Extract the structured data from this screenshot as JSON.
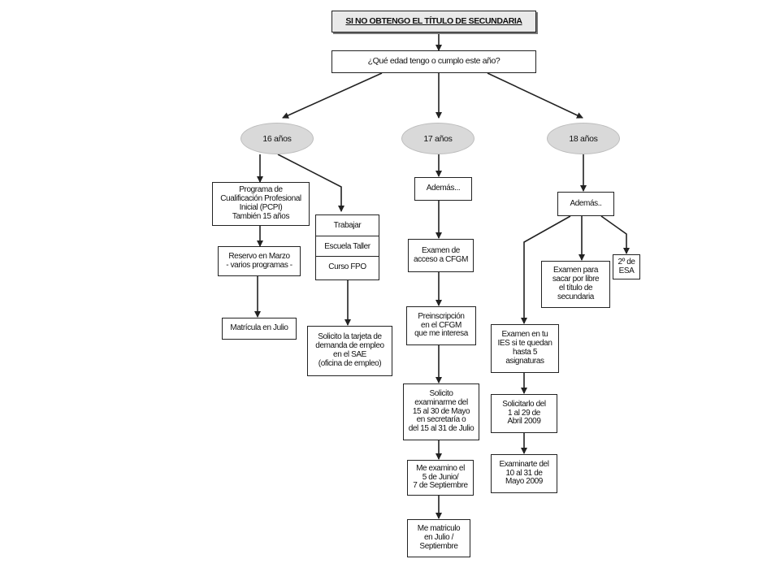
{
  "title": "SI NO OBTENGO EL TÍTULO DE SECUNDARIA",
  "question": "¿Qué edad tengo o cumplo este año?",
  "ages": {
    "a16": "16 años",
    "a17": "17 años",
    "a18": "18 años"
  },
  "left": {
    "pcpi": "Programa de\nCualificación Profesional\nInicial (PCPI)\nTambién 15 años",
    "reserva": "Reservo en Marzo\n- varios programas -",
    "matricula": "Matrícula en Julio",
    "options": [
      "Trabajar",
      "Escuela Taller",
      "Curso FPO"
    ],
    "tarjeta": "Solicito la tarjeta de\ndemanda de empleo\nen el SAE\n(oficina de empleo)"
  },
  "middle": {
    "ademas": "Además...",
    "examen": "Examen de\nacceso a CFGM",
    "preinscripcion": "Preinscripción\nen el CFGM\nque me interesa",
    "solicito": "Solicito\nexaminarme del\n15 al 30 de Mayo\nen secretaría o\ndel 15 al 31 de Julio",
    "examino": "Me examino el\n5 de Junio/\n7 de Septiembre",
    "matriculo": "Me matriculo\nen Julio /\nSeptiembre"
  },
  "right": {
    "ademas": "Además..",
    "examen_libre": "Examen para\nsacar por libre\nel título de\nsecundaria",
    "esa": "2º de\nESA",
    "examen_ies": "Examen en tu\nIES si te quedan\nhasta 5\nasignaturas",
    "solicitarlo": "Solicitarlo del\n1 al 29 de\nAbril 2009",
    "examinarte": "Examinarte del\n10 al 31 de\nMayo 2009"
  }
}
